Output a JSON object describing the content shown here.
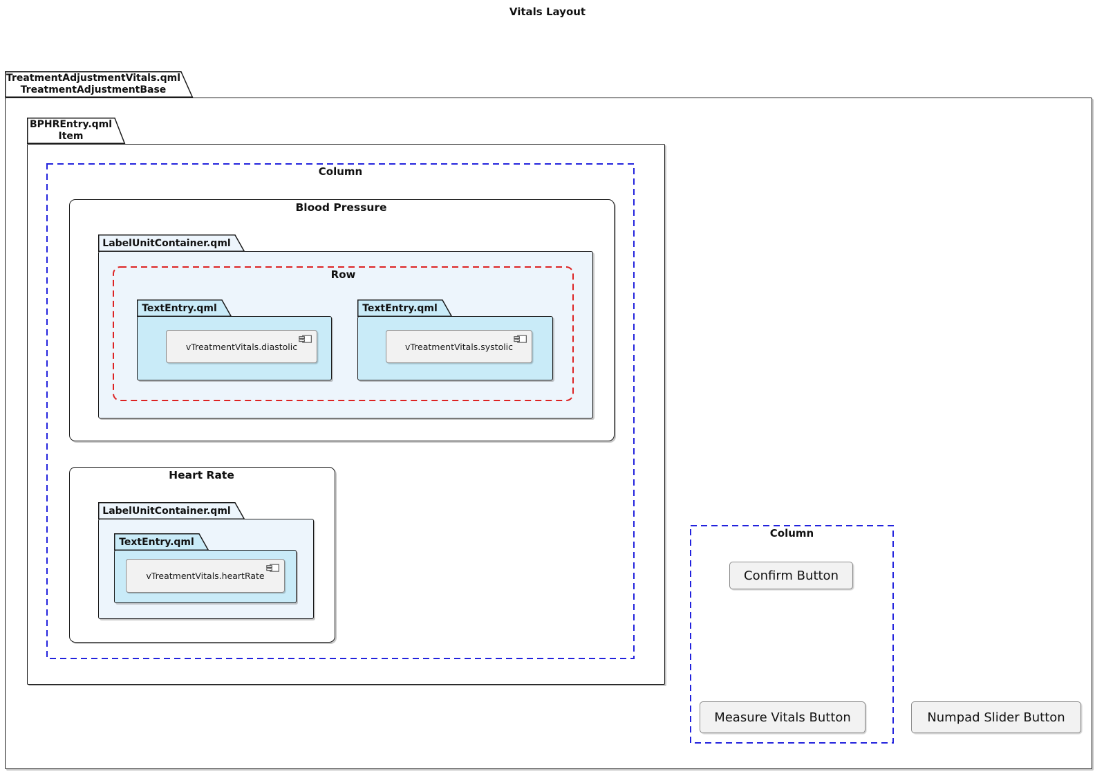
{
  "title": "Vitals Layout",
  "outer_package": {
    "file": "TreatmentAdjustmentVitals.qml",
    "base": "TreatmentAdjustmentBase"
  },
  "frame": {
    "file": "BPHREntry.qml",
    "type": "Item"
  },
  "left_column": {
    "label": "Column"
  },
  "blood_pressure": {
    "title": "Blood Pressure",
    "container_label": "LabelUnitContainer.qml",
    "row_label": "Row",
    "diastolic": {
      "folder_label": "TextEntry.qml",
      "component_label": "vTreatmentVitals.diastolic"
    },
    "systolic": {
      "folder_label": "TextEntry.qml",
      "component_label": "vTreatmentVitals.systolic"
    }
  },
  "heart_rate": {
    "title": "Heart Rate",
    "container_label": "LabelUnitContainer.qml",
    "entry": {
      "folder_label": "TextEntry.qml",
      "component_label": "vTreatmentVitals.heartRate"
    }
  },
  "right_column": {
    "label": "Column",
    "confirm_button_label": "Confirm Button",
    "measure_vitals_button_label": "Measure Vitals Button"
  },
  "numpad_slider_button_label": "Numpad Slider Button",
  "colors": {
    "container_fill": "#EDF5FC",
    "text_entry_fill": "#C9EBF8",
    "column_dash_blue": "#2222DD",
    "row_dash_red": "#DD2222",
    "component_fill": "#F2F2F2",
    "outline": "#1A1A1A"
  }
}
